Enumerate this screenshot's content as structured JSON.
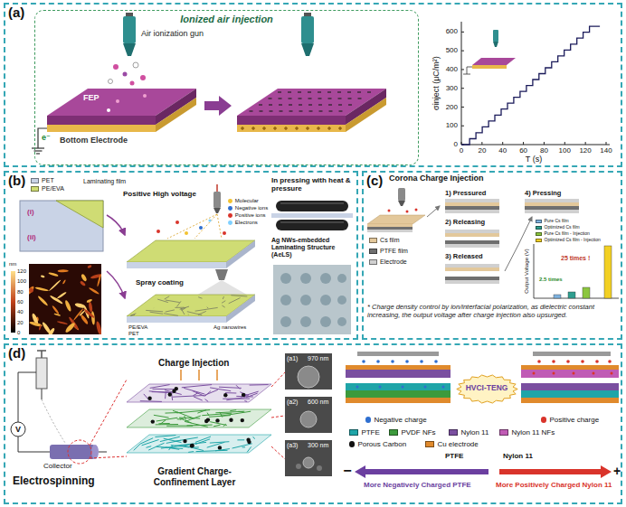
{
  "diagram": {
    "nodes": [
      {
        "text": [
          "(a)"
        ]
      },
      {
        "text": [
          "Ionized air injection"
        ],
        "in": 0
      },
      {
        "text": [
          "(b)"
        ]
      },
      {
        "text": [
          "(c)"
        ]
      },
      {
        "text": [
          "(d)"
        ]
      },
      {
        "text": [
          "HVCI-TENG"
        ],
        "in": 4
      }
    ],
    "labels": [
      "Air ionization gun",
      "FEP",
      "e⁻",
      "Bottom Electrode",
      "600",
      "500",
      "400",
      "300",
      "200",
      "100",
      "0",
      "0",
      "20",
      "40",
      "60",
      "80",
      "100",
      "120",
      "140",
      "σinject (μC/m²)",
      "T (s)",
      "Laminating film",
      "(i)",
      "(ii)",
      "nm",
      "120",
      "100",
      "80",
      "60",
      "40",
      "20",
      "0",
      "Positive High voltage",
      "Spray coating",
      "PE/EVA",
      "PET",
      "Ag nanowires",
      "In pressing with heat & pressure",
      "Ag NWs-embedded Laminating Structure (AeLS)",
      "Corona Charge Injection",
      "1) Pressured",
      "2) Releasing",
      "3) Released",
      "4) Pressing",
      "Output Voltage (V)",
      "2.5 times",
      "25 times !",
      "* Charge density control by ion/interfacial polarization, as dielectric constant increasing, the output voltage after charge injection also upsurged.",
      "V",
      "Collector",
      "Electrospinning",
      "Charge Injection",
      "Gradient Charge-Confinement Layer",
      "(a1)",
      "970 nm",
      "(a2)",
      "600 nm",
      "(a3)",
      "300 nm",
      "−",
      "More Negatively Charged PTFE",
      "PTFE",
      "Nylon 11",
      "More Positively Charged Nylon 11",
      "+"
    ],
    "legend": [
      {
        "text": "PET",
        "color": "#c9d3e6"
      },
      {
        "text": "PE/EVA",
        "color": "#cfdc74"
      },
      {
        "text": "Molecular"
      },
      {
        "text": "Negative ions"
      },
      {
        "text": "Positive ions"
      },
      {
        "text": "Electrons"
      },
      {
        "text": "Cs film",
        "color": "#e3c89b"
      },
      {
        "text": "PTFE film",
        "color": "#6f6f6f"
      },
      {
        "text": "Electrode",
        "color": "#d0d0d0"
      },
      {
        "text": "Pure Cs film",
        "color": "#7fb3e0"
      },
      {
        "text": "Optimized Cs film",
        "color": "#2f9e8f"
      },
      {
        "text": "Pure Cs film - Injection",
        "color": "#8cc63f"
      },
      {
        "text": "Optimized Cs film - Injection",
        "color": "#f2d024"
      },
      {
        "text": "Negative charge"
      },
      {
        "text": "Positive charge"
      },
      {
        "text": "PTFE",
        "color": "#1fa5a8"
      },
      {
        "text": "PVDF NFs",
        "color": "#3c9a3c"
      },
      {
        "text": "Nylon 11",
        "color": "#7a4fa0"
      },
      {
        "text": "Nylon 11 NFs",
        "color": "#c05bb5"
      },
      {
        "text": "Porous Carbon"
      },
      {
        "text": "Cu electrode",
        "color": "#e08a2c"
      }
    ]
  }
}
